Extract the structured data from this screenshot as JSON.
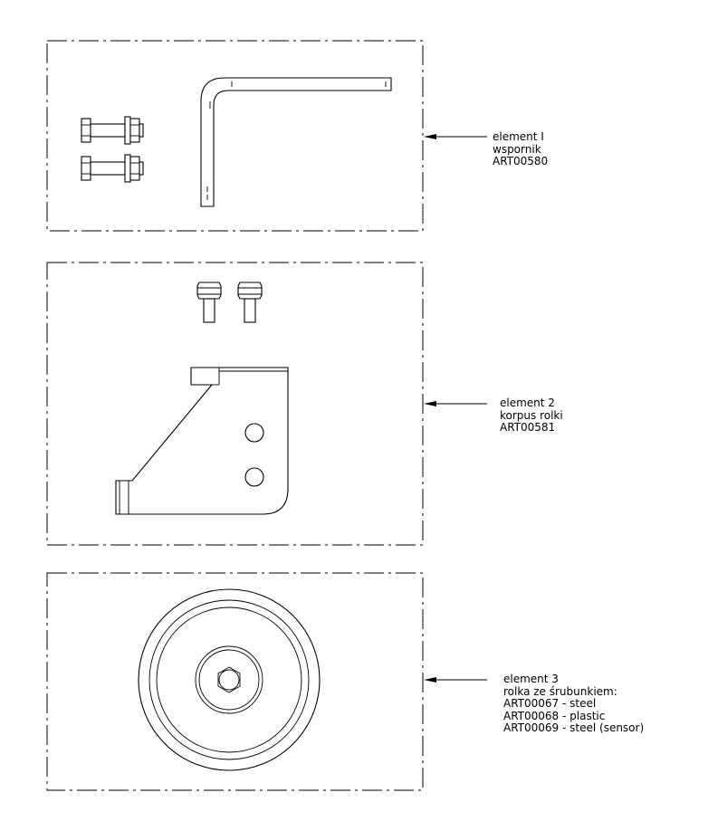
{
  "elements": [
    {
      "lines": [
        "element I",
        "wspornik",
        "ART00580"
      ]
    },
    {
      "lines": [
        "element 2",
        "korpus rolki",
        "ART00581"
      ]
    },
    {
      "lines": [
        "element 3",
        "rolka ze śrubunkiem:",
        "ART00067 - steel",
        "ART00068 - plastic",
        "ART00069 - steel (sensor)"
      ]
    }
  ]
}
